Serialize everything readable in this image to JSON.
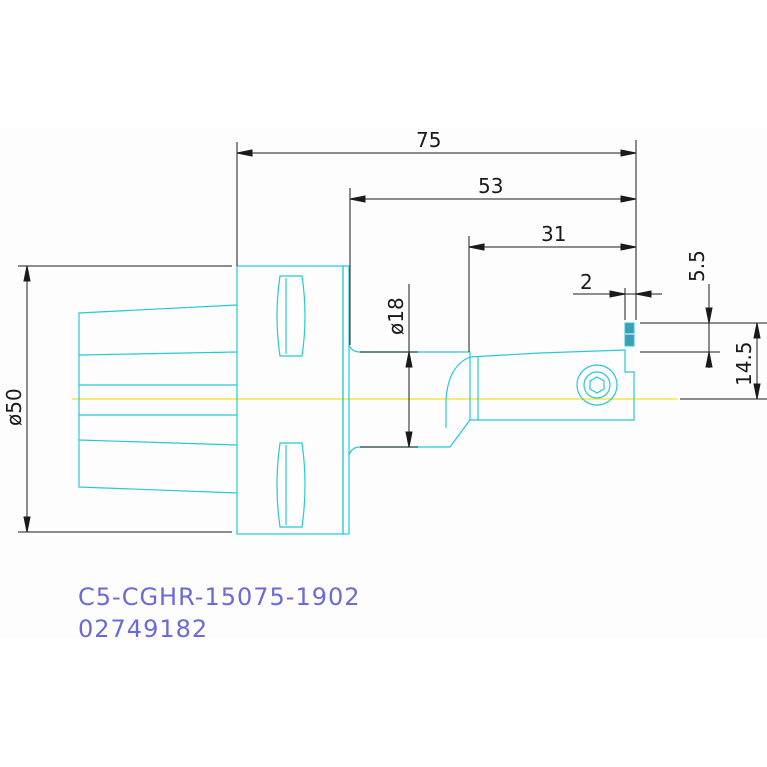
{
  "colors": {
    "part_outline": "#27c9d6",
    "dimension": "#1a1a1a",
    "centerline": "#f2e64a",
    "caption": "#6a6ad8",
    "insert": "#3c9fb7"
  },
  "dimensions": {
    "overall_length": "75",
    "shank_length": "53",
    "head_length": "31",
    "small_offset": "2",
    "insert_height": "5.5",
    "center_height": "14.5",
    "shank_diameter": "ø18",
    "flange_diameter": "ø50"
  },
  "caption": {
    "part_number": "C5-CGHR-15075-1902",
    "order_number": "02749182"
  }
}
